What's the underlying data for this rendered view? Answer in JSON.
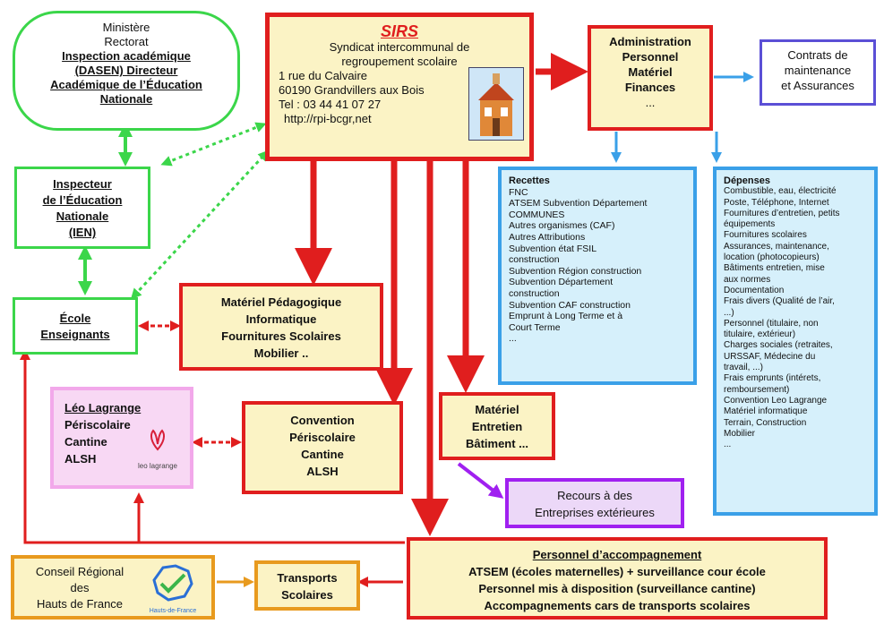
{
  "ministere": {
    "lines": [
      "Ministère",
      "Rectorat"
    ],
    "bold_lines": [
      "Inspection académique",
      "(DASEN) Directeur",
      "Académique de l’Éducation",
      "Nationale"
    ]
  },
  "sirs": {
    "title": "SIRS",
    "lines": [
      "Syndicat intercommunal de",
      "regroupement scolaire"
    ],
    "address_lines": [
      "1 rue du Calvaire",
      "60190 Grandvillers aux Bois",
      "Tel : 03 44 41 07 27",
      "http://rpi-bcgr,net"
    ]
  },
  "administration": {
    "lines": [
      "Administration",
      "Personnel",
      "Matériel",
      "Finances"
    ],
    "extra": "..."
  },
  "contrats": {
    "lines": [
      "Contrats de",
      "maintenance",
      "et Assurances"
    ]
  },
  "inspecteur": {
    "lines": [
      "Inspecteur",
      "de l’Éducation",
      "Nationale",
      "(IEN)"
    ]
  },
  "recettes": {
    "title": "Recettes",
    "items": [
      "FNC",
      "ATSEM Subvention Département",
      "COMMUNES",
      "Autres organismes (CAF)",
      "Autres Attributions",
      "Subvention état FSIL",
      "construction",
      "Subvention Région construction",
      "Subvention Département",
      "construction",
      "Subvention CAF construction",
      "Emprunt à Long Terme et à",
      "Court Terme",
      "..."
    ]
  },
  "depenses": {
    "title": "Dépenses",
    "items": [
      "Combustible, eau, électricité",
      "Poste, Téléphone, Internet",
      "Fournitures d’entretien, petits",
      "équipements",
      "Fournitures scolaires",
      "Assurances, maintenance,",
      "location (photocopieurs)",
      "Bâtiments entretien, mise",
      "aux normes",
      "Documentation",
      "Frais divers (Qualité de l’air,",
      "...)",
      "Personnel (titulaire, non",
      "titulaire, extérieur)",
      "Charges sociales (retraites,",
      "URSSAF, Médecine du",
      "travail, ...)",
      "Frais emprunts (intérets,",
      "remboursement)",
      "Convention Leo Lagrange",
      "Matériel informatique",
      "Terrain, Construction",
      "Mobilier",
      "..."
    ]
  },
  "ecole": {
    "lines": [
      "École",
      "Enseignants"
    ]
  },
  "materiel_peda": {
    "lines": [
      "Matériel Pédagogique",
      "Informatique",
      "Fournitures Scolaires",
      "Mobilier .."
    ]
  },
  "leo": {
    "lines": [
      "Léo Lagrange",
      "Périscolaire",
      "Cantine",
      "ALSH"
    ],
    "logo_text": "leo lagrange"
  },
  "convention": {
    "lines": [
      "Convention",
      "Périscolaire",
      "Cantine",
      "ALSH"
    ]
  },
  "materiel_entretien": {
    "lines": [
      "Matériel",
      "Entretien",
      "Bâtiment ..."
    ]
  },
  "recours": {
    "lines": [
      "Recours à des",
      "Entreprises extérieures"
    ]
  },
  "conseil": {
    "lines": [
      "Conseil Régional",
      "des",
      "Hauts de France"
    ],
    "logo_text": "Hauts-de-France"
  },
  "transports": {
    "lines": [
      "Transports",
      "Scolaires"
    ]
  },
  "personnel": {
    "title": "Personnel d’accompagnement",
    "lines": [
      "ATSEM (écoles maternelles) + surveillance cour école",
      "Personnel mis à disposition (surveillance cantine)",
      "Accompagnements cars de transports scolaires"
    ]
  },
  "colors": {
    "red": "#e01e1e",
    "green": "#3bd64a",
    "blue": "#3aa0e8",
    "purple": "#a020f0",
    "orange": "#e89a1e",
    "yellow": "#fbf3c5",
    "light_blue": "#d6f0fb",
    "pink": "#f8d8f4",
    "lavender": "#ecd8f8",
    "violet_border": "#5b4fd6"
  }
}
